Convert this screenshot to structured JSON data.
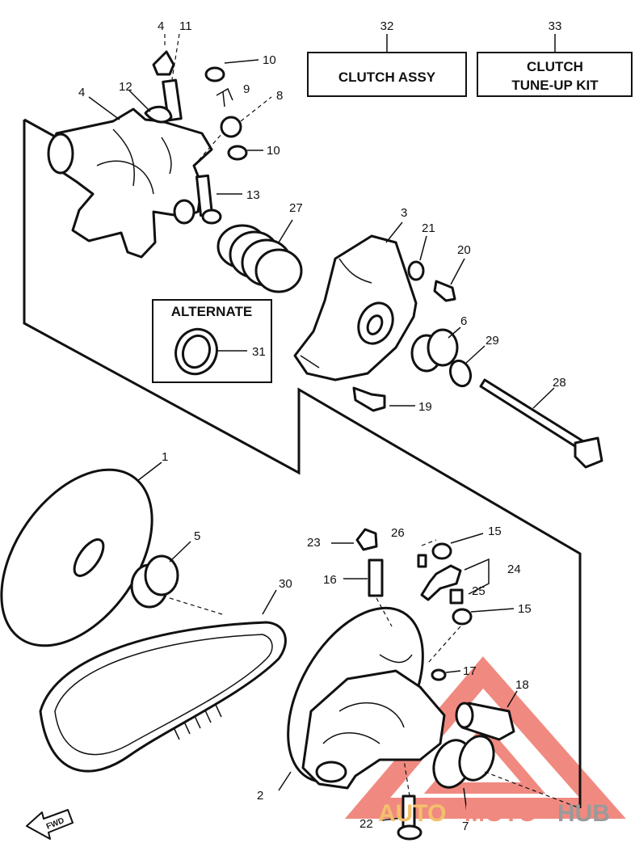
{
  "boxes": {
    "clutch_assy": {
      "number": "32",
      "label": "CLUTCH ASSY"
    },
    "tune_up_kit": {
      "number": "33",
      "line1": "CLUTCH",
      "line2": "TUNE-UP KIT"
    },
    "alternate": {
      "title": "ALTERNATE",
      "number": "31"
    }
  },
  "callouts": {
    "c1": "1",
    "c2": "2",
    "c3": "3",
    "c4": "4",
    "c4b": "4",
    "c5": "5",
    "c6": "6",
    "c7": "7",
    "c8": "8",
    "c9": "9",
    "c10a": "10",
    "c10b": "10",
    "c11": "11",
    "c12": "12",
    "c13": "13",
    "c15a": "15",
    "c15b": "15",
    "c16": "16",
    "c17": "17",
    "c18": "18",
    "c19": "19",
    "c20": "20",
    "c21": "21",
    "c22": "22",
    "c23": "23",
    "c24": "24",
    "c25": "25",
    "c26": "26",
    "c27": "27",
    "c28": "28",
    "c29": "29",
    "c30": "30"
  },
  "fwd_label": "FWD",
  "watermark": {
    "part1": "AUTO",
    "part2": "MOTO",
    "part3": "HUB"
  },
  "colors": {
    "line": "#111111",
    "watermark_red": "#f08a80",
    "watermark_yellow": "#f3c06b",
    "watermark_gray": "#9a9a9a"
  }
}
